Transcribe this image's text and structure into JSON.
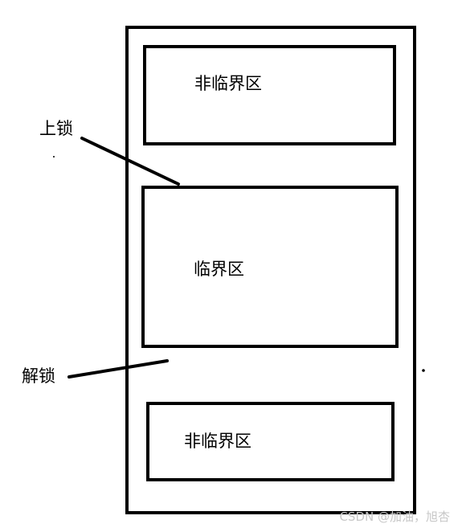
{
  "diagram": {
    "regions": [
      {
        "id": "top",
        "label": "非临界区"
      },
      {
        "id": "middle",
        "label": "临界区"
      },
      {
        "id": "bottom",
        "label": "非临界区"
      }
    ],
    "pointers": [
      {
        "id": "lock",
        "label": "上锁"
      },
      {
        "id": "unlock",
        "label": "解锁"
      }
    ],
    "watermark": "CSDN @加油，旭杏",
    "colors": {
      "stroke": "#000000",
      "background": "#ffffff",
      "watermark": "#c8c8c8"
    }
  }
}
